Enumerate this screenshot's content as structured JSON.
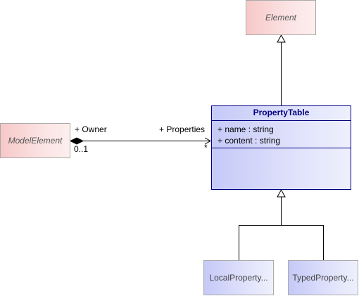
{
  "classes": {
    "element": {
      "name": "Element"
    },
    "model_element": {
      "name": "ModelElement"
    },
    "property_table": {
      "name": "PropertyTable",
      "attributes": [
        "+ name : string",
        "+ content : string"
      ]
    },
    "local_property": {
      "name": "LocalProperty..."
    },
    "typed_property": {
      "name": "TypedProperty..."
    }
  },
  "association": {
    "owner_role": "+ Owner",
    "owner_multiplicity": "0..1",
    "properties_role": "+ Properties",
    "properties_multiplicity": "*"
  },
  "colors": {
    "abstract_class_fill": "#f7c8c8",
    "concrete_class_fill": "#c5c9f7",
    "class_title": "#000080",
    "connector": "#000000"
  }
}
